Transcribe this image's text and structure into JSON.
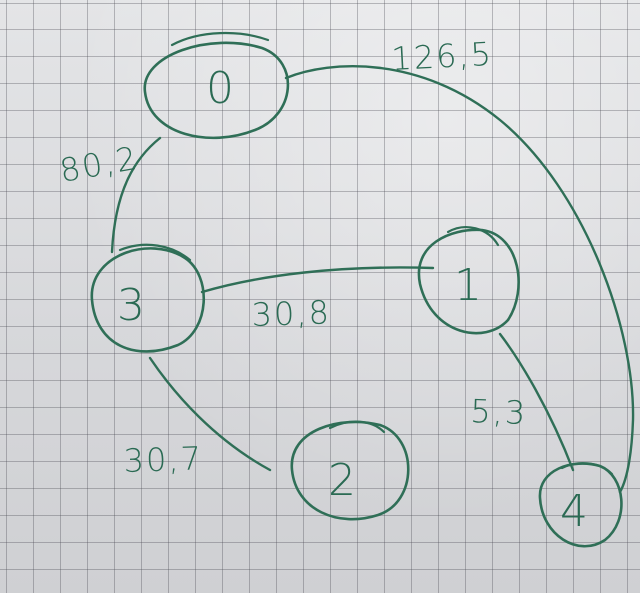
{
  "graph": {
    "nodes": [
      {
        "id": "n0",
        "label": "0"
      },
      {
        "id": "n1",
        "label": "1"
      },
      {
        "id": "n2",
        "label": "2"
      },
      {
        "id": "n3",
        "label": "3"
      },
      {
        "id": "n4",
        "label": "4"
      }
    ],
    "edges": [
      {
        "from": "0",
        "to": "3",
        "label": "80,2"
      },
      {
        "from": "0",
        "to": "4",
        "label": "126,5"
      },
      {
        "from": "3",
        "to": "1",
        "label": "30,8"
      },
      {
        "from": "3",
        "to": "2",
        "label": "30,7"
      },
      {
        "from": "1",
        "to": "4",
        "label": "5,3"
      }
    ]
  },
  "colors": {
    "ink": "#2f6f57",
    "paper": "#dcdde0",
    "grid": "#4a4b55"
  }
}
